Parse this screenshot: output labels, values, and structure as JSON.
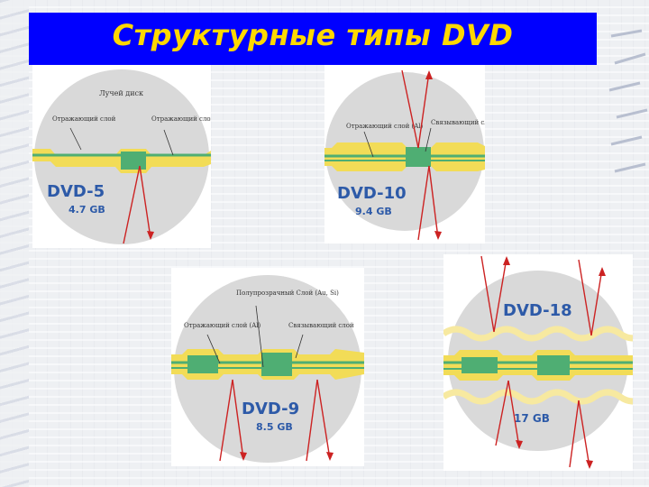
{
  "title": "Структурные типы DVD",
  "colors": {
    "title_bar": "#0000ff",
    "title_text": "#ffd800",
    "disc": "#d9d9d9",
    "layer_yellow": "#f2dc57",
    "layer_green": "#4fae73",
    "layer_light": "#f7e9a0",
    "format_label": "#2d5aa8",
    "arrow": "#cc2222"
  },
  "panels": {
    "dvd5": {
      "label": "DVD-5",
      "capacity": "4.7 GB",
      "annotations": {
        "top": "Лучей диск",
        "left": "Отражающий слой",
        "right": "Отражающий слой (Al)"
      }
    },
    "dvd10": {
      "label": "DVD-10",
      "capacity": "9.4 GB",
      "annotations": {
        "left": "Отражающий слой (Al)",
        "right": "Связывающий слой"
      }
    },
    "dvd9": {
      "label": "DVD-9",
      "capacity": "8.5 GB",
      "annotations": {
        "top": "Полупрозрачный Слой (Au, Si)",
        "left": "Отражающий слой (Al)",
        "right": "Связывающий слой"
      }
    },
    "dvd18": {
      "label": "DVD-18",
      "capacity": "17 GB"
    }
  }
}
